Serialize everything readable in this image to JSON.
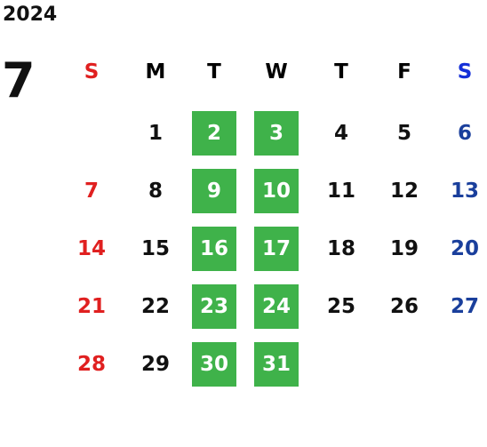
{
  "year": "2024",
  "month": "7",
  "weekdays": [
    "S",
    "M",
    "T",
    "W",
    "T",
    "F",
    "S"
  ],
  "weeks": [
    [
      "",
      "1",
      "2",
      "3",
      "4",
      "5",
      "6"
    ],
    [
      "7",
      "8",
      "9",
      "10",
      "11",
      "12",
      "13"
    ],
    [
      "14",
      "15",
      "16",
      "17",
      "18",
      "19",
      "20"
    ],
    [
      "21",
      "22",
      "23",
      "24",
      "25",
      "26",
      "27"
    ],
    [
      "28",
      "29",
      "30",
      "31",
      "",
      "",
      ""
    ]
  ],
  "highlighted_weekdays": [
    "T",
    "W"
  ],
  "colors": {
    "sunday": "#e02020",
    "saturday": "#1a3f9c",
    "highlight": "#3fb24a",
    "text": "#111111"
  }
}
